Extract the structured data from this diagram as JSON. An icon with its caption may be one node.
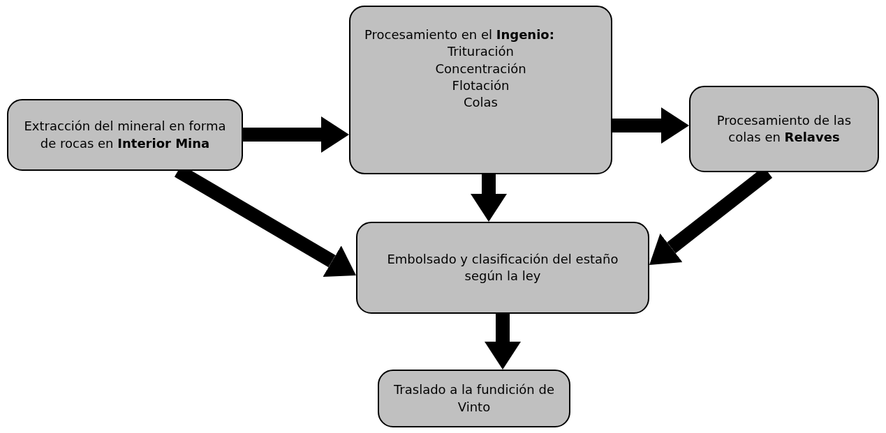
{
  "diagram": {
    "nodes": [
      {
        "text": [
          "Extracción del mineral en forma de rocas en **Interior Mina**"
        ]
      },
      {
        "text": [
          "Procesamiento en el **Ingenio:**",
          "Trituración",
          "Concentración",
          "Flotación",
          "Colas"
        ]
      },
      {
        "text": [
          "Procesamiento de las colas en **Relaves**"
        ]
      },
      {
        "text": [
          "Embolsado y clasificación del estaño según la ley"
        ]
      },
      {
        "text": [
          "Traslado a la fundición de Vinto"
        ]
      }
    ],
    "edges": [
      {
        "from": 0,
        "to": 1,
        "arrow": "to"
      },
      {
        "from": 1,
        "to": 2,
        "arrow": "to"
      },
      {
        "from": 0,
        "to": 3,
        "arrow": "to"
      },
      {
        "from": 1,
        "to": 3,
        "arrow": "to"
      },
      {
        "from": 2,
        "to": 3,
        "arrow": "to"
      },
      {
        "from": 3,
        "to": 4,
        "arrow": "to"
      }
    ]
  }
}
